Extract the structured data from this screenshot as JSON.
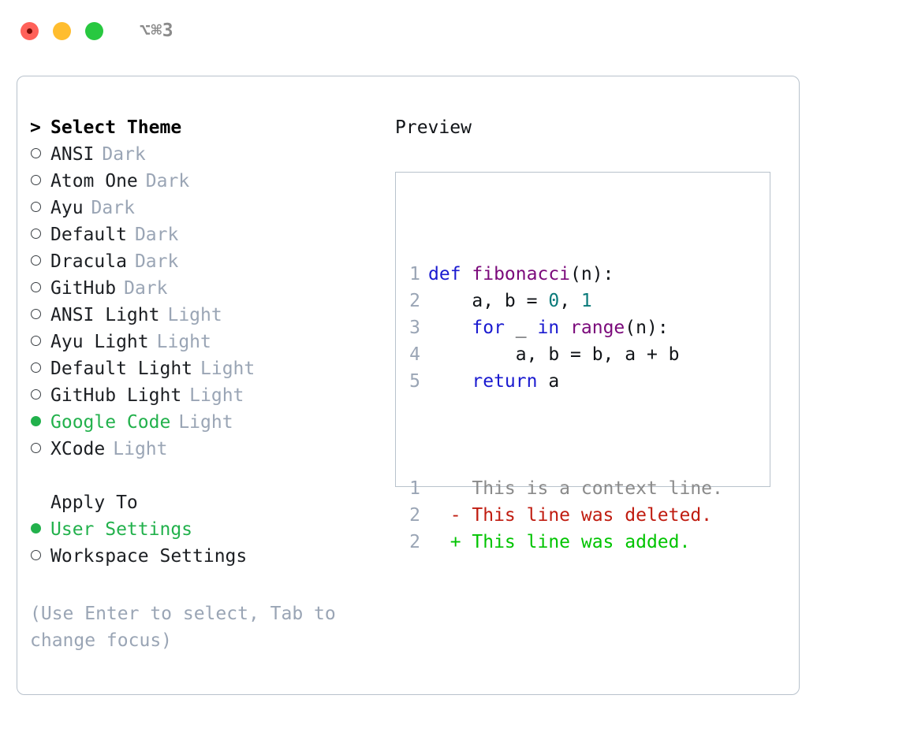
{
  "titlebar": {
    "shortcut": "⌥⌘3",
    "buttons": [
      {
        "name": "close",
        "color": "#ff6159"
      },
      {
        "name": "minimize",
        "color": "#ffbd2e"
      },
      {
        "name": "maximize",
        "color": "#28c840"
      }
    ]
  },
  "left": {
    "heading_caret": ">",
    "heading": "Select Theme",
    "themes": [
      {
        "name": "ANSI",
        "variant": "Dark",
        "selected": false
      },
      {
        "name": "Atom One",
        "variant": "Dark",
        "selected": false
      },
      {
        "name": "Ayu",
        "variant": "Dark",
        "selected": false
      },
      {
        "name": "Default",
        "variant": "Dark",
        "selected": false
      },
      {
        "name": "Dracula",
        "variant": "Dark",
        "selected": false
      },
      {
        "name": "GitHub",
        "variant": "Dark",
        "selected": false
      },
      {
        "name": "ANSI Light",
        "variant": "Light",
        "selected": false
      },
      {
        "name": "Ayu Light",
        "variant": "Light",
        "selected": false
      },
      {
        "name": "Default Light",
        "variant": "Light",
        "selected": false
      },
      {
        "name": "GitHub Light",
        "variant": "Light",
        "selected": false
      },
      {
        "name": "Google Code",
        "variant": "Light",
        "selected": true
      },
      {
        "name": "XCode",
        "variant": "Light",
        "selected": false
      }
    ],
    "apply_to_label": "Apply To",
    "apply_to_options": [
      {
        "name": "User Settings",
        "selected": true
      },
      {
        "name": "Workspace Settings",
        "selected": false
      }
    ],
    "hint": "(Use Enter to select, Tab to change focus)"
  },
  "right": {
    "preview_title": "Preview",
    "code_lines": [
      {
        "num": "1",
        "tokens": [
          {
            "t": "def ",
            "c": "kw"
          },
          {
            "t": "fibonacci",
            "c": "fn"
          },
          {
            "t": "(n):",
            "c": "pl"
          }
        ]
      },
      {
        "num": "2",
        "tokens": [
          {
            "t": "    a, b = ",
            "c": "pl"
          },
          {
            "t": "0",
            "c": "num"
          },
          {
            "t": ", ",
            "c": "pl"
          },
          {
            "t": "1",
            "c": "num"
          }
        ]
      },
      {
        "num": "3",
        "tokens": [
          {
            "t": "    ",
            "c": "pl"
          },
          {
            "t": "for",
            "c": "kw"
          },
          {
            "t": " _ ",
            "c": "pl"
          },
          {
            "t": "in",
            "c": "kw"
          },
          {
            "t": " ",
            "c": "pl"
          },
          {
            "t": "range",
            "c": "fn"
          },
          {
            "t": "(n):",
            "c": "pl"
          }
        ]
      },
      {
        "num": "4",
        "tokens": [
          {
            "t": "        a, b = b, a + b",
            "c": "pl"
          }
        ]
      },
      {
        "num": "5",
        "tokens": [
          {
            "t": "    ",
            "c": "pl"
          },
          {
            "t": "return",
            "c": "kw"
          },
          {
            "t": " a",
            "c": "pl"
          }
        ]
      }
    ],
    "diff_lines": [
      {
        "num": "1",
        "marker": " ",
        "text": "This is a context line.",
        "kind": "ctx"
      },
      {
        "num": "2",
        "marker": "-",
        "text": "This line was deleted.",
        "kind": "del"
      },
      {
        "num": "2",
        "marker": "+",
        "text": "This line was added.",
        "kind": "add"
      }
    ]
  },
  "colors": {
    "accent_green": "#22b14c",
    "keyword": "#1a1ad0",
    "function": "#7b0a7b",
    "number": "#0a7a7a",
    "diff_add": "#00c400",
    "diff_del": "#c01c10",
    "muted": "#9aa5b5",
    "border": "#b8c2cc"
  }
}
